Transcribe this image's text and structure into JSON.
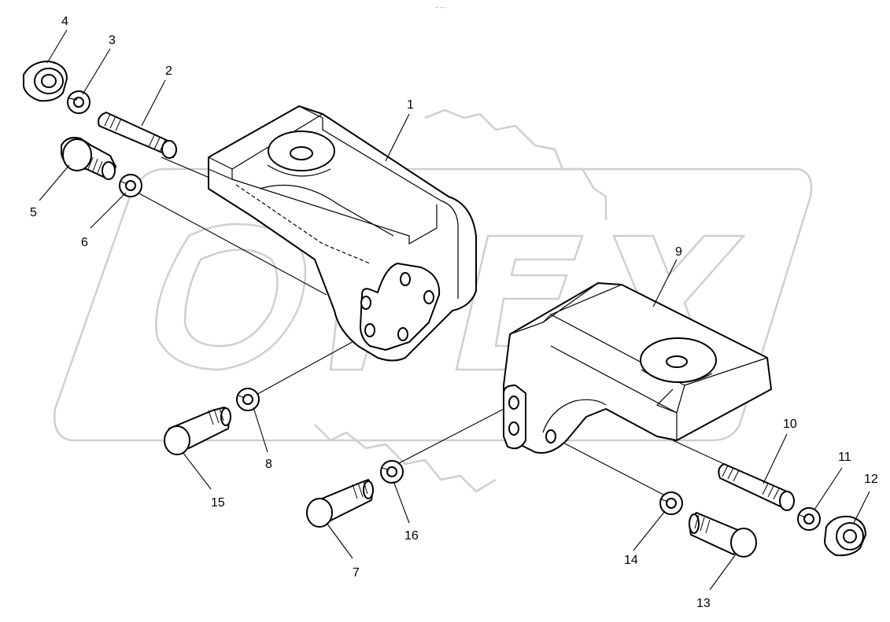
{
  "diagram": {
    "header_mark": "~ ---",
    "callouts": [
      "1",
      "2",
      "3",
      "4",
      "5",
      "6",
      "7",
      "8",
      "9",
      "10",
      "11",
      "12",
      "13",
      "14",
      "15",
      "16"
    ]
  }
}
